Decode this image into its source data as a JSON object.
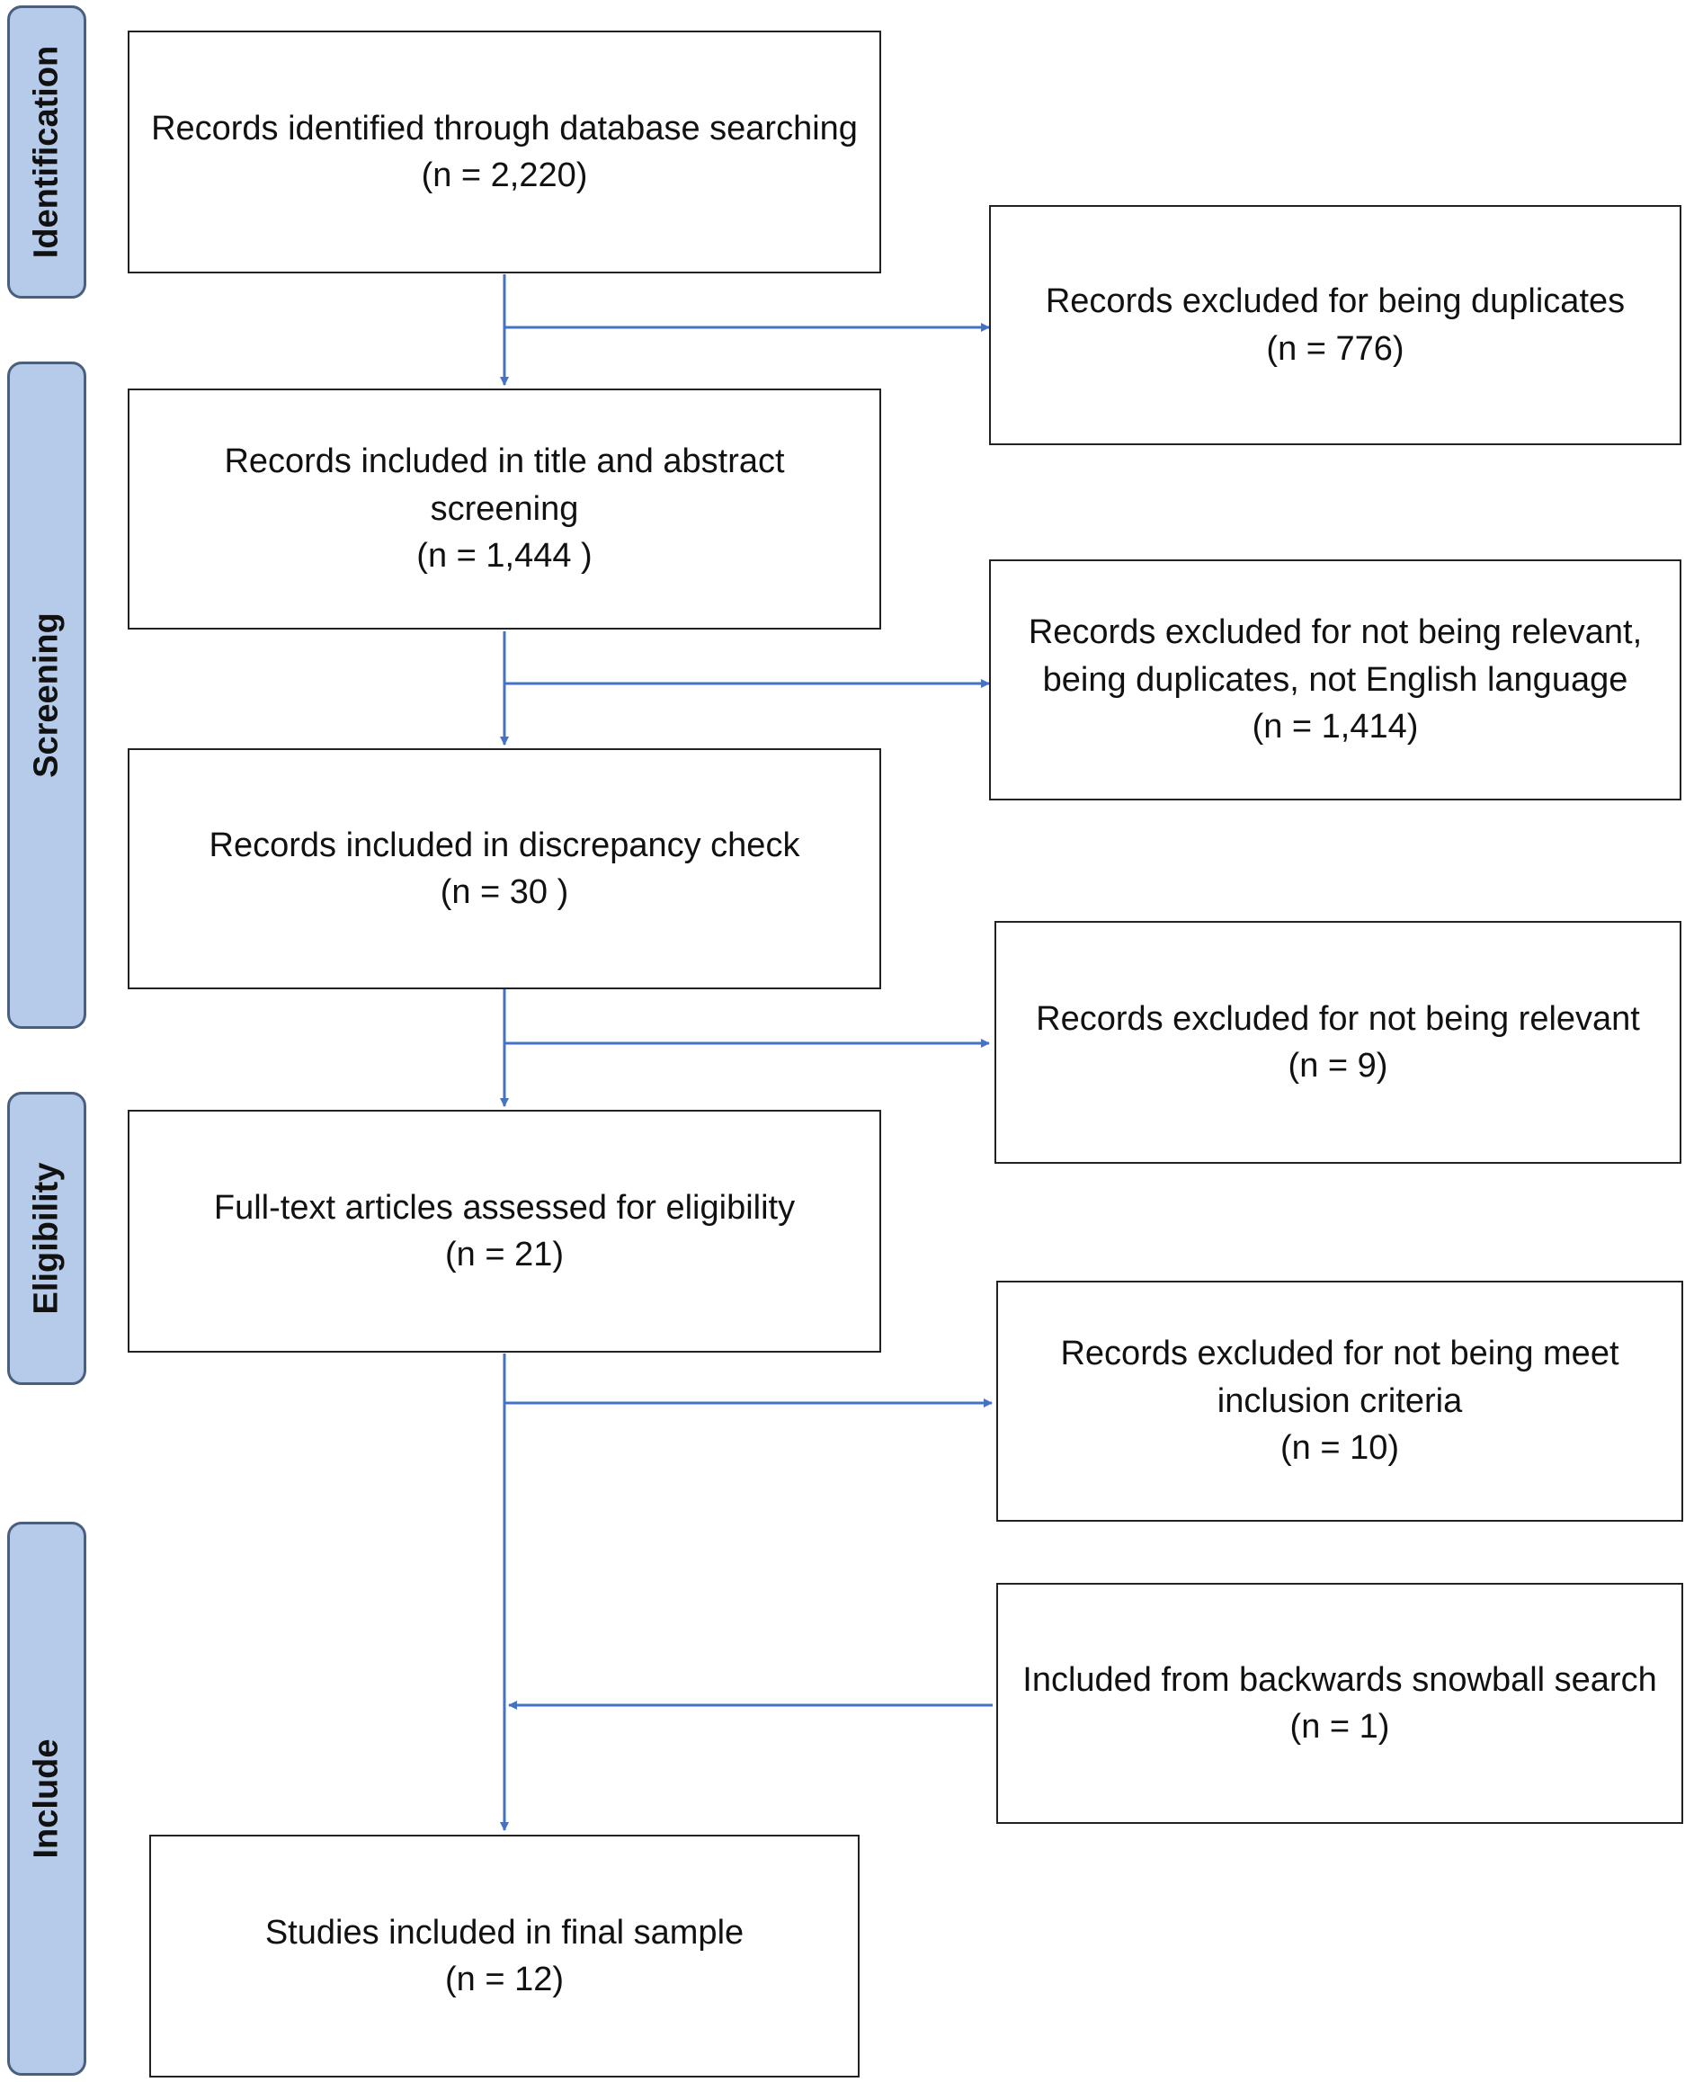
{
  "phases": {
    "identification": "Identification",
    "screening": "Screening",
    "eligibility": "Eligibility",
    "include": "Include"
  },
  "boxes": {
    "identified": {
      "text": "Records identified through database searching",
      "n": "(n = 2,220)"
    },
    "excluded_duplicates": {
      "text": "Records excluded for being duplicates",
      "n": "(n = 776)"
    },
    "title_abstract": {
      "text": "Records included in title and abstract screening",
      "n": "(n = 1,444 )"
    },
    "excluded_relevance_lang": {
      "text": "Records excluded for not being relevant, being duplicates, not English language",
      "n": "(n = 1,414)"
    },
    "discrepancy": {
      "text": "Records included in discrepancy check",
      "n": "(n = 30 )"
    },
    "excluded_not_relevant": {
      "text": "Records excluded for not being relevant",
      "n": "(n = 9)"
    },
    "fulltext": {
      "text": "Full-text articles assessed for eligibility",
      "n": "(n = 21)"
    },
    "excluded_criteria": {
      "text": "Records excluded for not being meet inclusion criteria",
      "n": "(n = 10)"
    },
    "snowball": {
      "text": "Included from backwards snowball search",
      "n": "(n = 1)"
    },
    "final": {
      "text": "Studies included in final sample",
      "n": "(n = 12)"
    }
  },
  "colors": {
    "arrow": "#4472c4",
    "phase_fill": "#b6cbe9",
    "phase_border": "#4a5f7d"
  }
}
